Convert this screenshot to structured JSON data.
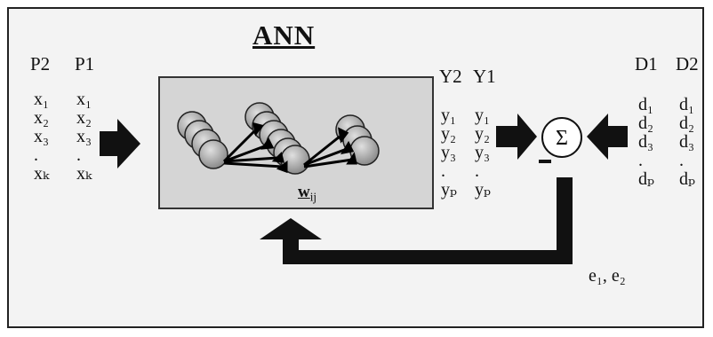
{
  "title": "ANN",
  "inputs": {
    "headers": [
      "P2",
      "P1"
    ],
    "col_p2": [
      "x₁",
      "x₂",
      "x₃",
      ".",
      "xₖ"
    ],
    "col_p1": [
      "x₁",
      "x₂",
      "x₃",
      ".",
      "xₖ"
    ]
  },
  "outputs": {
    "headers": [
      "Y2",
      "Y1"
    ],
    "col_y2": [
      "y₁",
      "y₂",
      "y₃",
      ".",
      "yₚ"
    ],
    "col_y1": [
      "y₁",
      "y₂",
      "y₃",
      ".",
      "yₚ"
    ]
  },
  "targets": {
    "headers": [
      "D1",
      "D2"
    ],
    "col_d1": [
      "d₁",
      "d₂",
      "d₃",
      ".",
      "dₚ"
    ],
    "col_d2": [
      "d₁",
      "d₂",
      "d₃",
      ".",
      "dₚ"
    ]
  },
  "weights_label": "w",
  "weights_sub": "ij",
  "sum_symbol": "Σ",
  "minus_sign": "−",
  "error_label": "e₁, e₂"
}
